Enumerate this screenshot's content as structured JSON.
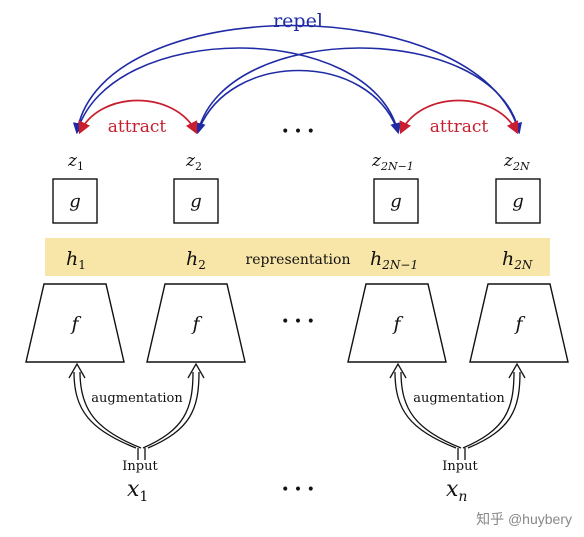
{
  "labels": {
    "repel": "repel",
    "attract_left": "attract",
    "attract_right": "attract",
    "representation": "representation",
    "augmentation_left": "augmentation",
    "augmentation_right": "augmentation",
    "input_left": "Input",
    "input_right": "Input",
    "ellipsis": "• • •"
  },
  "nodes": [
    {
      "z": "z",
      "z_sub": "1",
      "g": "g",
      "h": "h",
      "h_sub": "1",
      "f": "f"
    },
    {
      "z": "z",
      "z_sub": "2",
      "g": "g",
      "h": "h",
      "h_sub": "2",
      "f": "f"
    },
    {
      "z": "z",
      "z_sub": "2N−1",
      "g": "g",
      "h": "h",
      "h_sub": "2N−1",
      "f": "f"
    },
    {
      "z": "z",
      "z_sub": "2N",
      "g": "g",
      "h": "h",
      "h_sub": "2N",
      "f": "f"
    }
  ],
  "inputs": [
    {
      "x": "x",
      "x_sub": "1"
    },
    {
      "x": "x",
      "x_sub": "n"
    }
  ],
  "watermark": "知乎 @huybery",
  "colors": {
    "repel": "#1f2aa5",
    "attract": "#c81e2f",
    "band": "#f8e6a8",
    "stroke": "#111111"
  }
}
